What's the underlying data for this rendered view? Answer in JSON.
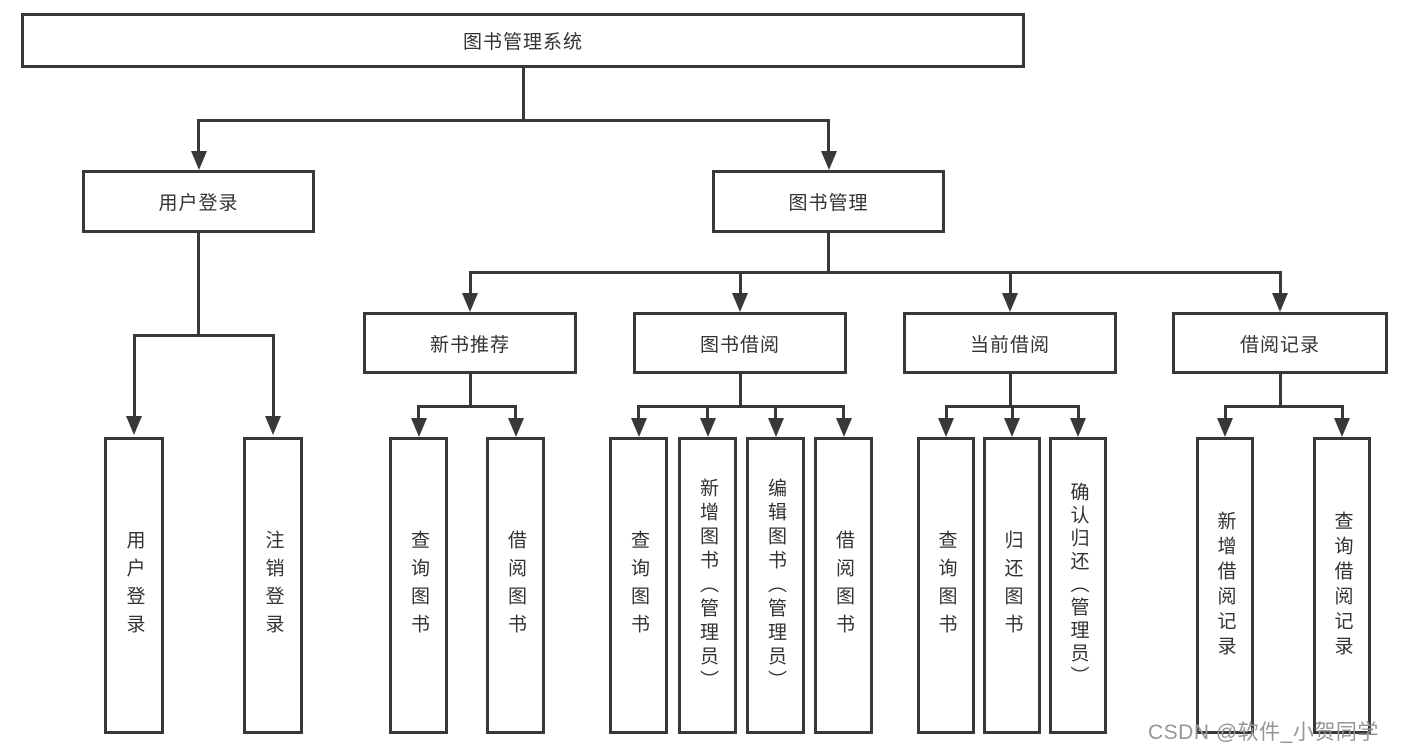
{
  "diagram": {
    "title_node": "图书管理系统",
    "level2": {
      "user_login": "用户登录",
      "book_mgmt": "图书管理"
    },
    "level3": {
      "new_book_rec": "新书推荐",
      "book_borrow": "图书借阅",
      "current_borrow": "当前借阅",
      "borrow_record": "借阅记录"
    },
    "leaves": {
      "user_login_leaf": "用户登录",
      "logout_leaf": "注销登录",
      "query_book_newrec": "查询图书",
      "borrow_book_newrec": "借阅图书",
      "query_book_borrow": "查询图书",
      "add_book_admin": "新增图书（管理员）",
      "edit_book_admin": "编辑图书（管理员）",
      "borrow_book_borrow": "借阅图书",
      "query_book_current": "查询图书",
      "return_book": "归还图书",
      "confirm_return_admin": "确认归还（管理员）",
      "add_borrow_record": "新增借阅记录",
      "query_borrow_record": "查询借阅记录"
    }
  },
  "watermark": "CSDN @软件_小贺同学",
  "colors": {
    "line": "#383838",
    "text": "#333333",
    "watermark_text": "#969696",
    "background": "#ffffff"
  }
}
